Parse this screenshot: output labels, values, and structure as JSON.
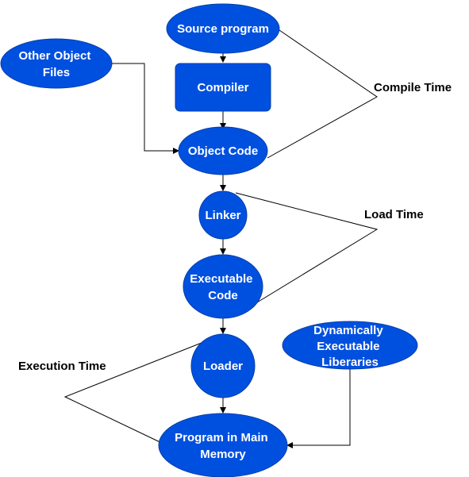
{
  "diagram": {
    "colors": {
      "node_fill": "#0050e0",
      "node_stroke": "#003da8",
      "node_text": "#ffffff",
      "line": "#000000"
    },
    "nodes": {
      "source_program": {
        "lines": [
          "Source program"
        ]
      },
      "compiler": {
        "lines": [
          "Compiler"
        ]
      },
      "other_object_files": {
        "lines": [
          "Other Object",
          "Files"
        ]
      },
      "object_code": {
        "lines": [
          "Object Code"
        ]
      },
      "linker": {
        "lines": [
          "Linker"
        ]
      },
      "executable_code": {
        "lines": [
          "Executable",
          "Code"
        ]
      },
      "loader": {
        "lines": [
          "Loader"
        ]
      },
      "dynamic_libraries": {
        "lines": [
          "Dynamically",
          "Executable",
          "Liberaries"
        ]
      },
      "program_in_memory": {
        "lines": [
          "Program in Main",
          "Memory"
        ]
      }
    },
    "phases": {
      "compile_time": "Compile Time",
      "load_time": "Load Time",
      "execution_time": "Execution Time"
    }
  }
}
